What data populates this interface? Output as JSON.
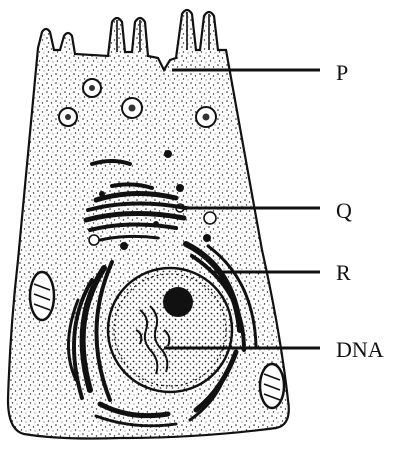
{
  "labels": {
    "p": "P",
    "q": "Q",
    "r": "R",
    "dna": "DNA"
  },
  "colors": {
    "ink": "#111111",
    "background": "#ffffff"
  }
}
